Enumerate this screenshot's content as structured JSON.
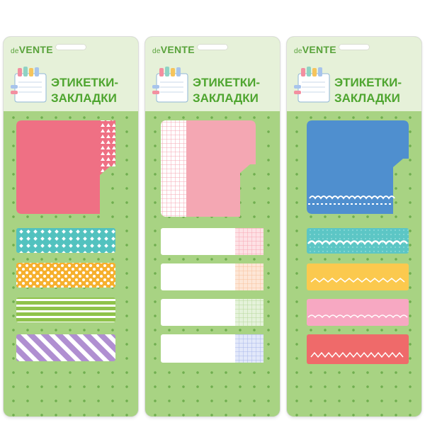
{
  "cards": [
    {
      "brand_de": "de",
      "brand_vente": "VENTE",
      "title_line1": "ЭТИКЕТКИ-",
      "title_line2": "ЗАКЛАДКИ"
    },
    {
      "brand_de": "de",
      "brand_vente": "VENTE",
      "title_line1": "ЭТИКЕТКИ-",
      "title_line2": "ЗАКЛАДКИ"
    },
    {
      "brand_de": "de",
      "brand_vente": "VENTE",
      "title_line1": "ЭТИКЕТКИ-",
      "title_line2": "ЗАКЛАДКИ"
    }
  ],
  "colors": {
    "background_green": "#a8d383",
    "header_green": "#e6f1d9",
    "brand_green": "#4ea52f",
    "card1_big_tab": "#ef7084",
    "card1_strips": [
      "#52c2bf",
      "#f6b02e",
      "#8fc34b",
      "#b08fd1"
    ],
    "card2_big_tab": "#f4a7b3",
    "card2_strip_accents": [
      "#f6a8b4",
      "#f8c09c",
      "#b6d89c",
      "#a9b8ea"
    ],
    "card3_big_tab": "#4f8fcf",
    "card3_strips": [
      "#5cc6c5",
      "#fbc94e",
      "#f7a8c2",
      "#ef6a6a"
    ]
  },
  "icons": [
    "hang-hole-icon",
    "bookmark-notebook-icon"
  ]
}
